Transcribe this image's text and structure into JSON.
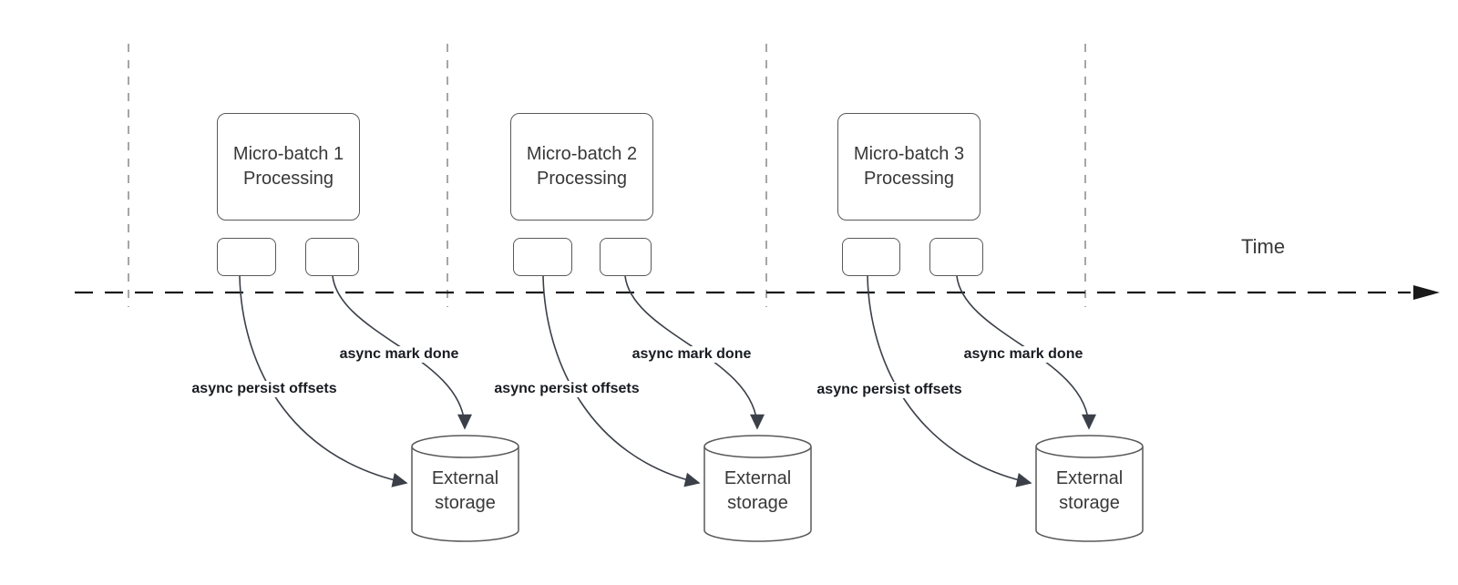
{
  "colors": {
    "shape_stroke": "#595959",
    "guide_line": "#a6a6a6",
    "timeline": "#1a1a1a",
    "connector": "#3b4048",
    "text": "#383838",
    "label_text": "#181c22",
    "background": "#ffffff"
  },
  "timeline": {
    "label": "Time"
  },
  "groups": [
    {
      "processing_label": "Micro-batch 1\nProcessing",
      "persist_label": "async persist offsets",
      "mark_done_label": "async mark done",
      "storage_label": "External\nstorage"
    },
    {
      "processing_label": "Micro-batch 2\nProcessing",
      "persist_label": "async persist offsets",
      "mark_done_label": "async mark done",
      "storage_label": "External\nstorage"
    },
    {
      "processing_label": "Micro-batch 3\nProcessing",
      "persist_label": "async persist offsets",
      "mark_done_label": "async mark done",
      "storage_label": "External\nstorage"
    }
  ]
}
